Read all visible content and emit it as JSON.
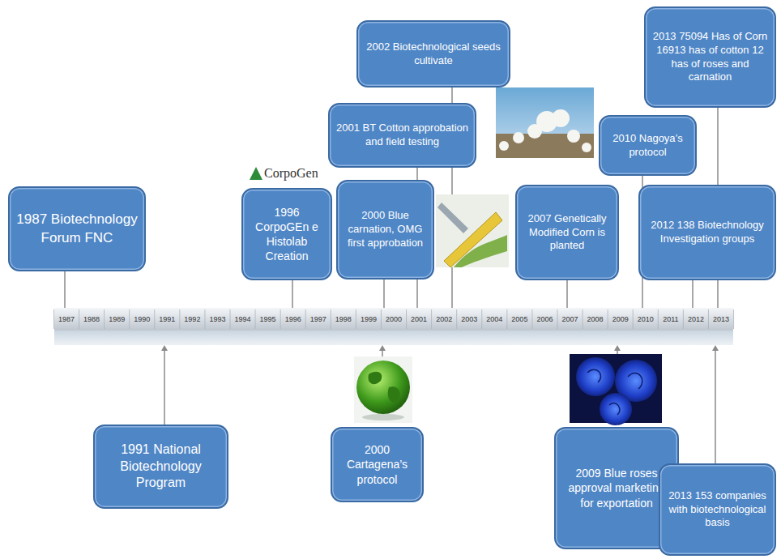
{
  "diagram": {
    "nodes": [
      {
        "text": [
          "1987 Biotechnology Forum FNC"
        ]
      },
      {
        "text": [
          "1996 CorpoGEn e Histolab Creation"
        ]
      },
      {
        "text": [
          "2000 Blue carnation, OMG first approbation"
        ]
      },
      {
        "text": [
          "2001 BT Cotton approbation and field testing"
        ]
      },
      {
        "text": [
          "2002 Biotechnological seeds cultivate"
        ]
      },
      {
        "text": [
          "2007 Genetically Modified Corn is planted"
        ]
      },
      {
        "text": [
          "2010 Nagoya’s protocol"
        ]
      },
      {
        "text": [
          "2012 138 Biotechnology Investigation groups"
        ]
      },
      {
        "text": [
          "2013 75094 Has of Corn 16913 has of cotton 12 has of roses and carnation"
        ]
      },
      {
        "text": [
          "1991 National Biotechnology Program"
        ]
      },
      {
        "text": [
          "2000 Cartagena’s protocol"
        ]
      },
      {
        "text": [
          "2009 Blue roses approval marketing for exportation"
        ]
      },
      {
        "text": [
          "2013 153 companies with biotechnological basis"
        ]
      }
    ],
    "labels": [
      "1987",
      "1988",
      "1989",
      "1990",
      "1991",
      "1992",
      "1993",
      "1994",
      "1995",
      "1996",
      "1997",
      "1998",
      "1999",
      "2000",
      "2001",
      "2002",
      "2003",
      "2004",
      "2005",
      "2006",
      "2007",
      "2008",
      "2009",
      "2010",
      "2011",
      "2012",
      "2013",
      "CorpoGen"
    ]
  }
}
